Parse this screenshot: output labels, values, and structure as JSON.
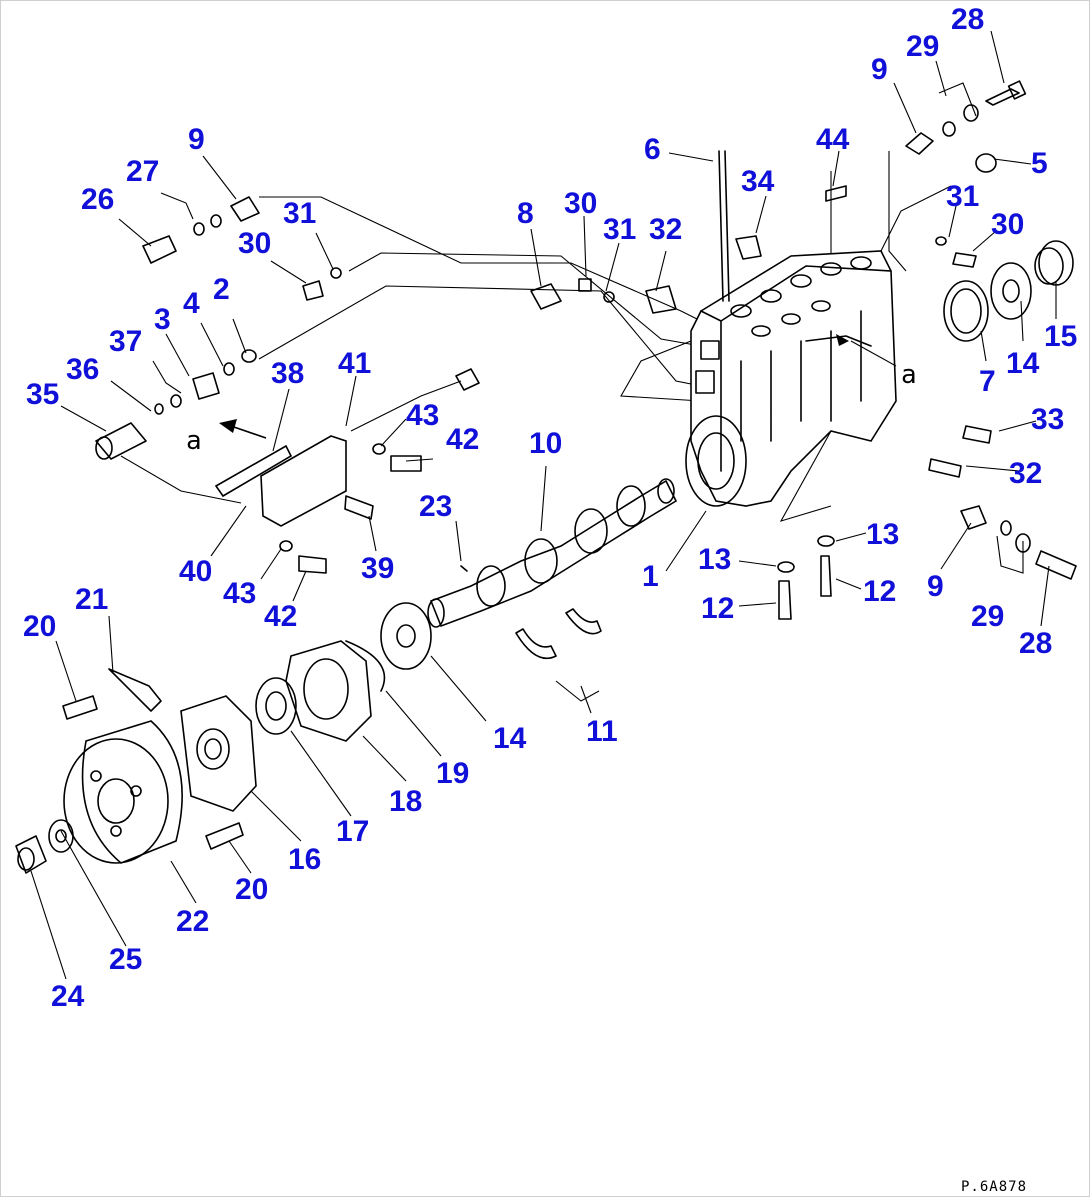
{
  "diagram": {
    "sheet_code": "P.6A878",
    "view_marker": "a",
    "callouts": [
      {
        "id": "c28a",
        "text": "28"
      },
      {
        "id": "c29a",
        "text": "29"
      },
      {
        "id": "c9a",
        "text": "9"
      },
      {
        "id": "c44",
        "text": "44"
      },
      {
        "id": "c5",
        "text": "5"
      },
      {
        "id": "c6",
        "text": "6"
      },
      {
        "id": "c34",
        "text": "34"
      },
      {
        "id": "c31a",
        "text": "31"
      },
      {
        "id": "c30a",
        "text": "30"
      },
      {
        "id": "c15",
        "text": "15"
      },
      {
        "id": "c14a",
        "text": "14"
      },
      {
        "id": "c7",
        "text": "7"
      },
      {
        "id": "c33",
        "text": "33"
      },
      {
        "id": "c32a",
        "text": "32"
      },
      {
        "id": "c13a",
        "text": "13"
      },
      {
        "id": "c12a",
        "text": "12"
      },
      {
        "id": "c9b",
        "text": "9"
      },
      {
        "id": "c29b",
        "text": "29"
      },
      {
        "id": "c28b",
        "text": "28"
      },
      {
        "id": "c13b",
        "text": "13"
      },
      {
        "id": "c12b",
        "text": "12"
      },
      {
        "id": "c1",
        "text": "1"
      },
      {
        "id": "c8",
        "text": "8"
      },
      {
        "id": "c30b",
        "text": "30"
      },
      {
        "id": "c31b",
        "text": "31"
      },
      {
        "id": "c32b",
        "text": "32"
      },
      {
        "id": "c9c",
        "text": "9"
      },
      {
        "id": "c27",
        "text": "27"
      },
      {
        "id": "c26",
        "text": "26"
      },
      {
        "id": "c31c",
        "text": "31"
      },
      {
        "id": "c30c",
        "text": "30"
      },
      {
        "id": "c2",
        "text": "2"
      },
      {
        "id": "c4",
        "text": "4"
      },
      {
        "id": "c3",
        "text": "3"
      },
      {
        "id": "c37",
        "text": "37"
      },
      {
        "id": "c36",
        "text": "36"
      },
      {
        "id": "c35",
        "text": "35"
      },
      {
        "id": "c38",
        "text": "38"
      },
      {
        "id": "c41",
        "text": "41"
      },
      {
        "id": "c43a",
        "text": "43"
      },
      {
        "id": "c42a",
        "text": "42"
      },
      {
        "id": "c10",
        "text": "10"
      },
      {
        "id": "c23",
        "text": "23"
      },
      {
        "id": "c40",
        "text": "40"
      },
      {
        "id": "c43b",
        "text": "43"
      },
      {
        "id": "c42b",
        "text": "42"
      },
      {
        "id": "c39",
        "text": "39"
      },
      {
        "id": "c21",
        "text": "21"
      },
      {
        "id": "c20a",
        "text": "20"
      },
      {
        "id": "c14b",
        "text": "14"
      },
      {
        "id": "c11",
        "text": "11"
      },
      {
        "id": "c19",
        "text": "19"
      },
      {
        "id": "c18",
        "text": "18"
      },
      {
        "id": "c17",
        "text": "17"
      },
      {
        "id": "c16",
        "text": "16"
      },
      {
        "id": "c20b",
        "text": "20"
      },
      {
        "id": "c22",
        "text": "22"
      },
      {
        "id": "c25",
        "text": "25"
      },
      {
        "id": "c24",
        "text": "24"
      }
    ]
  }
}
